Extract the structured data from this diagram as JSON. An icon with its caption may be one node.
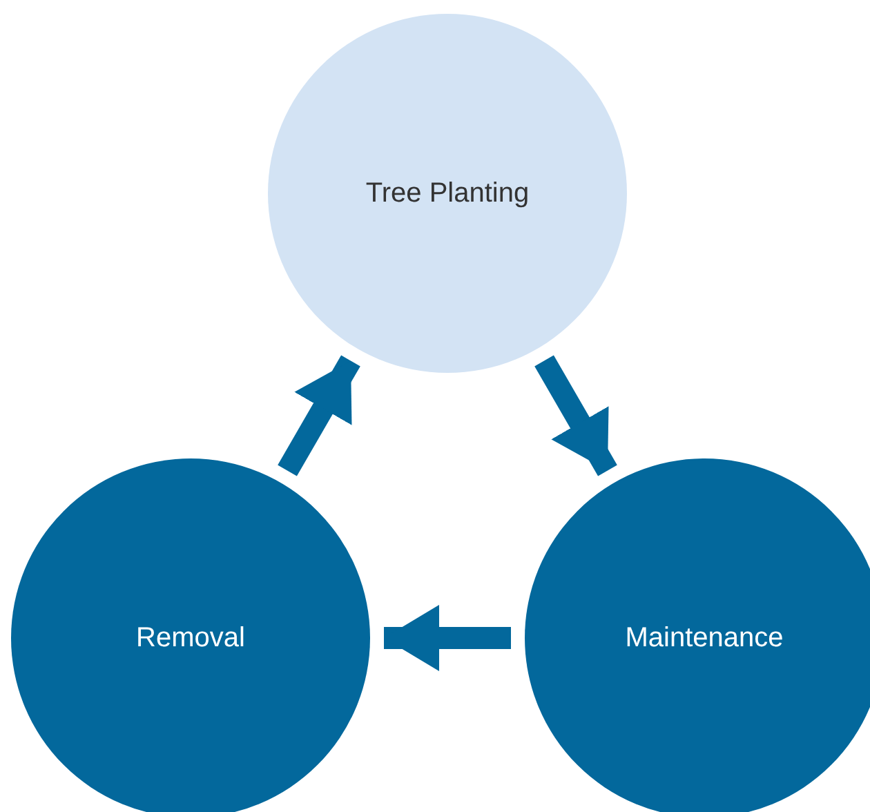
{
  "diagram": {
    "nodes": [
      {
        "text": [
          "Tree Planting"
        ]
      },
      {
        "text": [
          "Maintenance"
        ]
      },
      {
        "text": [
          "Removal"
        ]
      }
    ],
    "edges": [
      {
        "from": 2,
        "to": 0,
        "arrow": "to"
      },
      {
        "from": 0,
        "to": 1,
        "arrow": "to"
      },
      {
        "from": 1,
        "to": 2,
        "arrow": "to"
      }
    ]
  }
}
